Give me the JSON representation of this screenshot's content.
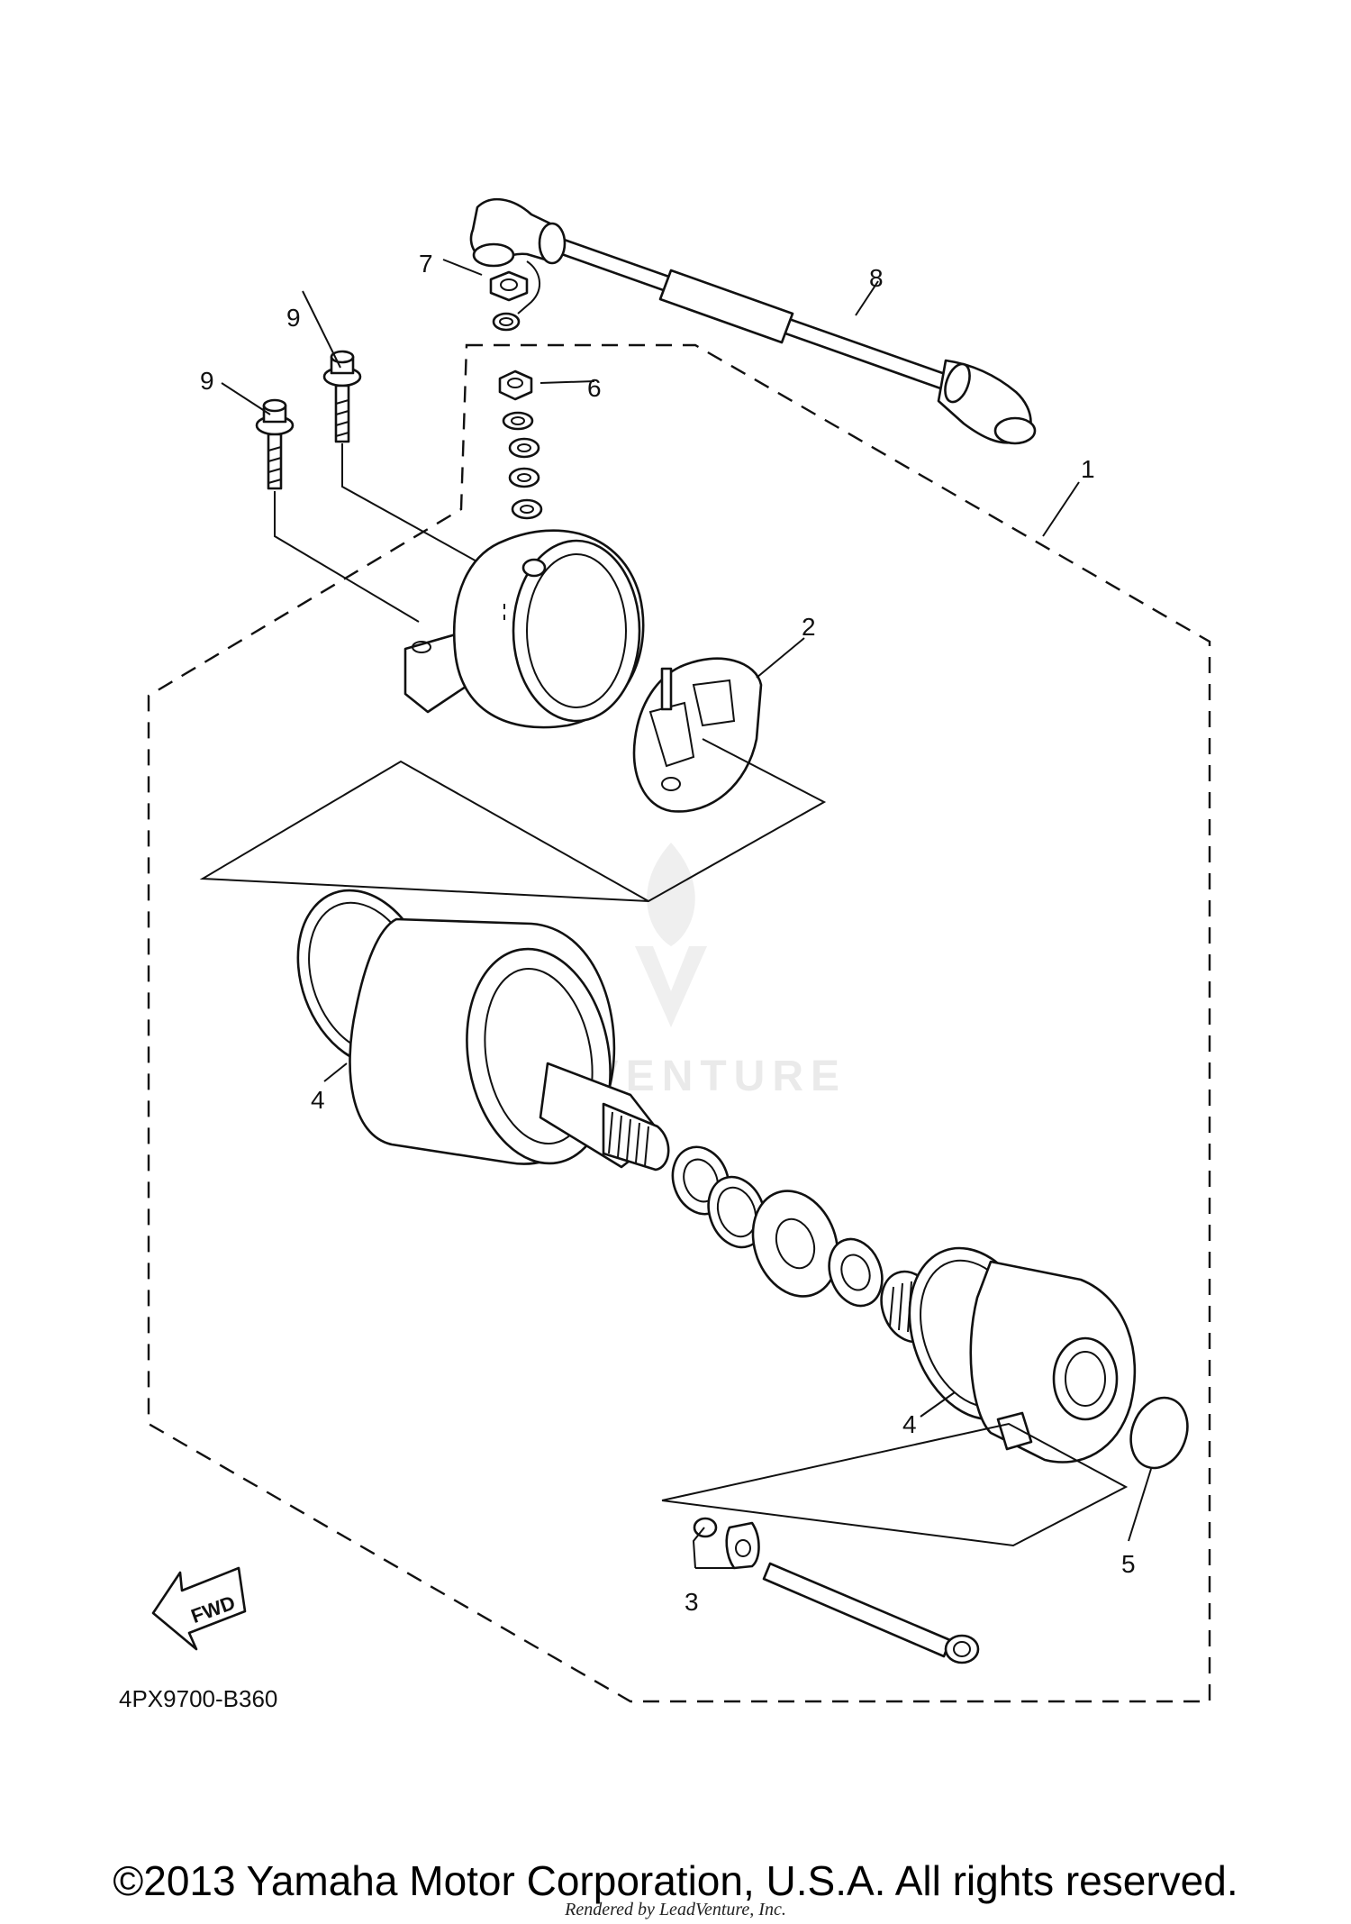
{
  "diagram": {
    "code": "4PX9700-B360",
    "fwd_label": "FWD",
    "watermark": "LEADVENTURE",
    "callouts": [
      "1",
      "2",
      "3",
      "4",
      "4",
      "5",
      "6",
      "7",
      "8",
      "9",
      "9"
    ]
  },
  "footer": {
    "copyright": "©2013 Yamaha Motor Corporation, U.S.A. All rights reserved.",
    "rendered_by": "Rendered by LeadVenture, Inc."
  }
}
